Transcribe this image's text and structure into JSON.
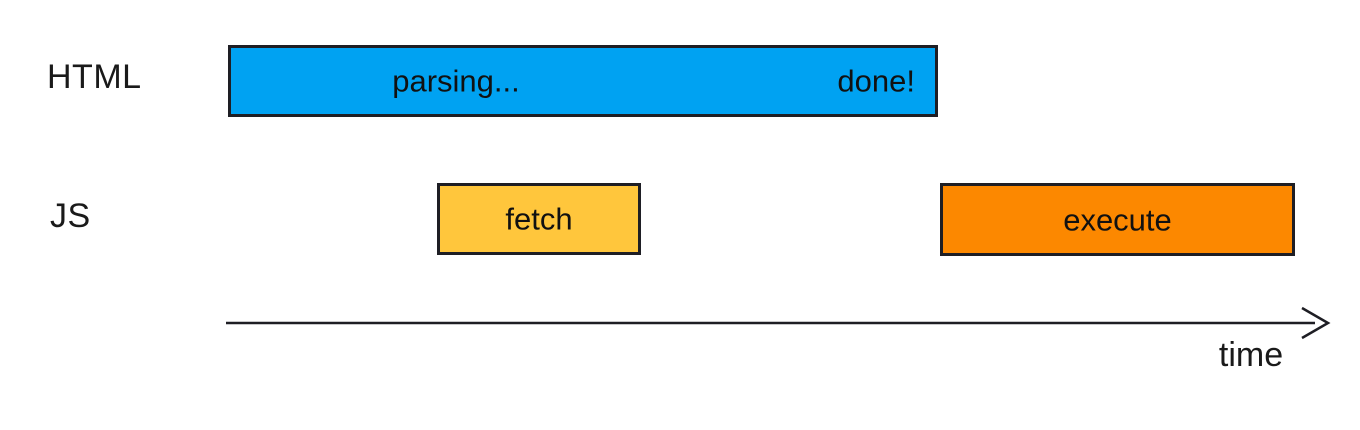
{
  "palette": {
    "parsing_fill": "#00a2f2",
    "fetch_fill": "#ffc63c",
    "execute_fill": "#fc8800",
    "stroke": "#1e1e24",
    "text": "#111111",
    "background": "#ffffff"
  },
  "rows": {
    "html": {
      "label": "HTML",
      "parsing_bar": {
        "label_left": "parsing...",
        "label_right": "done!"
      }
    },
    "js": {
      "label": "JS",
      "fetch_bar": {
        "label": "fetch"
      },
      "execute_bar": {
        "label": "execute"
      }
    }
  },
  "axis": {
    "label": "time"
  }
}
